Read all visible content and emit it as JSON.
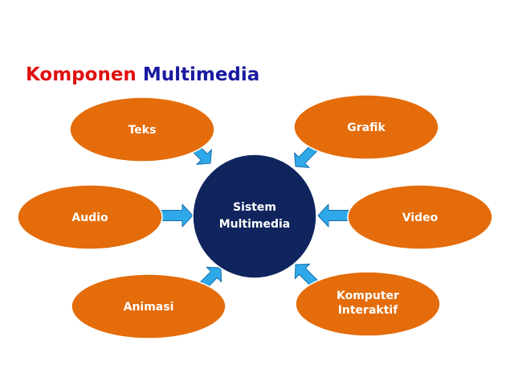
{
  "title": {
    "part1": "Komponen",
    "part2": "Multimedia"
  },
  "colors": {
    "title_red": "#e01010",
    "title_blue": "#1a1aa0",
    "node_fill": "#e46c0a",
    "node_stroke": "#ffffff",
    "hub_fill": "#10245e",
    "arrow_fill": "#2ea8e8",
    "arrow_stroke": "#1a6fa8"
  },
  "hub": {
    "line1": "Sistem",
    "line2": "Multimedia"
  },
  "nodes": [
    {
      "id": "teks",
      "lines": [
        "Teks"
      ]
    },
    {
      "id": "grafik",
      "lines": [
        "Grafik"
      ]
    },
    {
      "id": "audio",
      "lines": [
        "Audio"
      ]
    },
    {
      "id": "video",
      "lines": [
        "Video"
      ]
    },
    {
      "id": "animasi",
      "lines": [
        "Animasi"
      ]
    },
    {
      "id": "komputer-interaktif",
      "lines": [
        "Komputer",
        "Interaktif"
      ]
    }
  ]
}
